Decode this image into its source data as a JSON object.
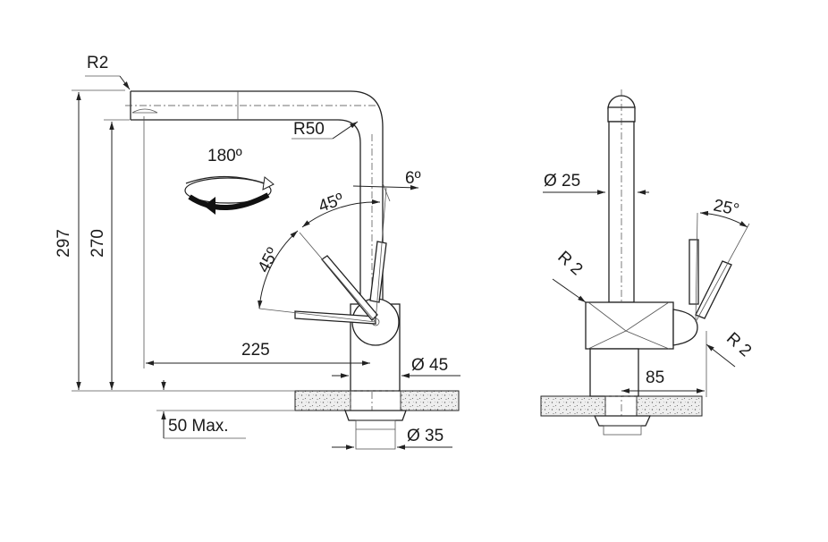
{
  "left_view": {
    "label_r2": "R2",
    "label_r50": "R50",
    "label_rotation": "180º",
    "label_angle_top": "45º",
    "label_angle_side": "45º",
    "label_angle_small": "6º",
    "label_height_total": "297",
    "label_height_spout": "270",
    "label_reach": "225",
    "label_body_dia": "Ø 45",
    "label_thread_dia": "Ø 35",
    "label_max_thickness": "50 Max."
  },
  "right_view": {
    "label_spout_dia": "Ø 25",
    "label_angle": "25°",
    "label_r2_left": "R 2",
    "label_r2_right": "R 2",
    "label_offset": "85"
  },
  "colors": {
    "line": "#222222",
    "arrow_fill": "#111111",
    "granite_fill": "#e9e9e9"
  }
}
